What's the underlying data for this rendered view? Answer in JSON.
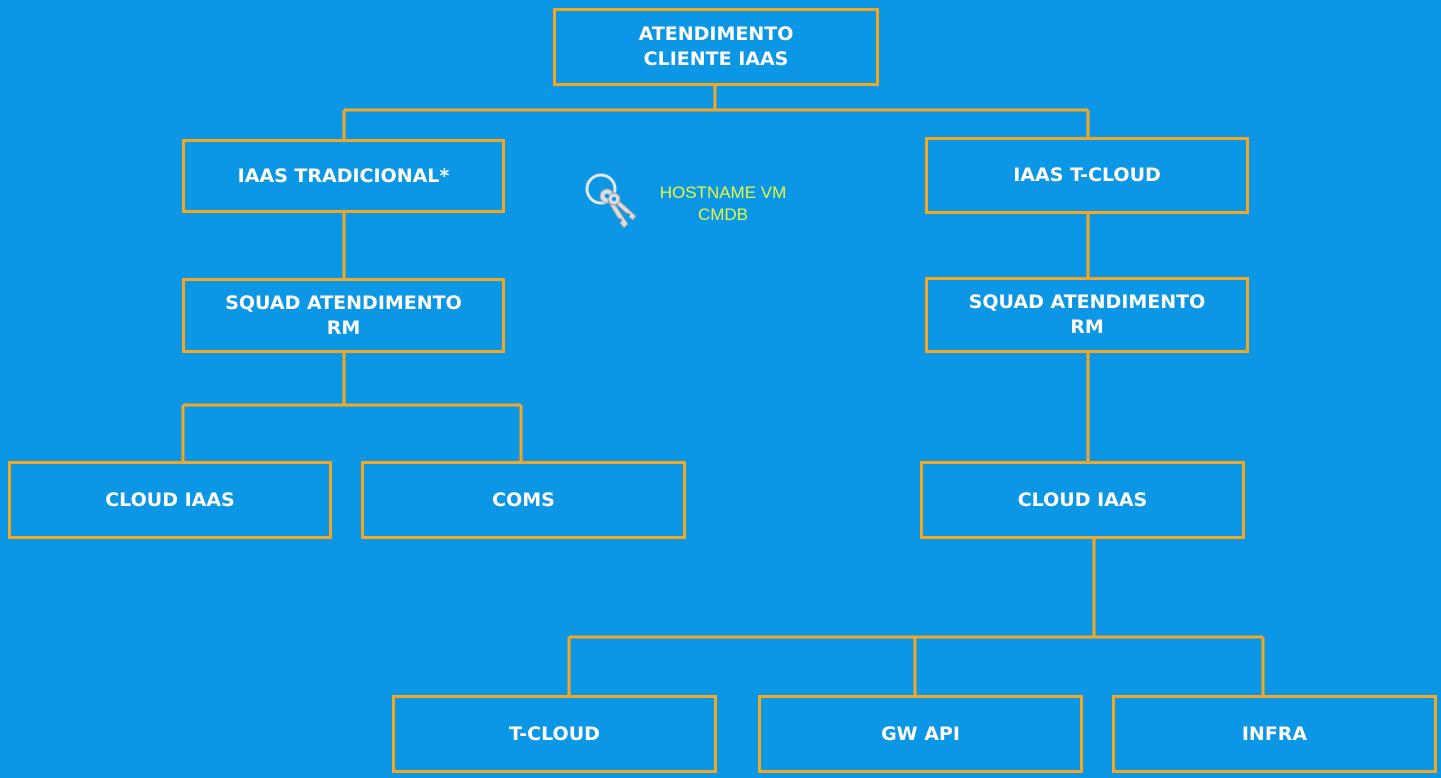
{
  "diagram": {
    "colors": {
      "background": "#0b96e6",
      "connector": "#f5a623",
      "box_text": "#ffffff",
      "annotation_text": "#e8f542"
    },
    "root": {
      "lines": [
        "ATENDIMENTO",
        "CLIENTE IAAS"
      ]
    },
    "branches": {
      "traditional": {
        "title": "IAAS TRADICIONAL*",
        "squad": {
          "lines": [
            "SQUAD ATENDIMENTO",
            "RM"
          ]
        },
        "children": [
          "CLOUD IAAS",
          "COMS"
        ]
      },
      "tcloud": {
        "title": "IAAS T-CLOUD",
        "squad": {
          "lines": [
            "SQUAD ATENDIMENTO",
            "RM"
          ]
        },
        "child": "CLOUD IAAS",
        "grandchildren": [
          "T-CLOUD",
          "GW API",
          "INFRA"
        ]
      }
    },
    "annotation": {
      "icon": "keys-icon",
      "lines": [
        "HOSTNAME VM",
        "CMDB"
      ]
    }
  }
}
